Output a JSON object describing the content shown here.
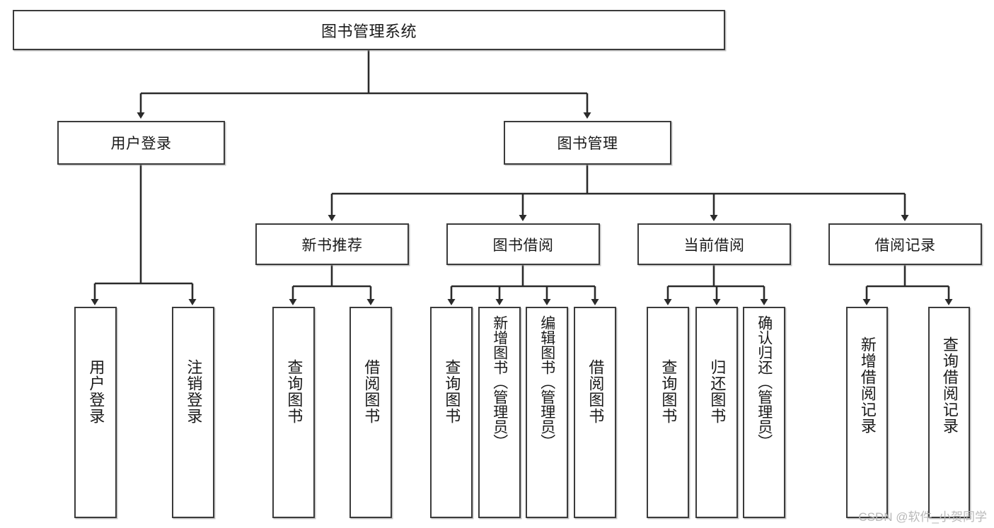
{
  "diagram": {
    "type": "tree-hierarchy",
    "title": "图书管理系统",
    "watermark": "CSDN @软件_小贺同学",
    "colors": {
      "box_border": "#3b3b3b",
      "box_fill": "#ffffff",
      "connector": "#2b2b2b",
      "text": "#1a1a1a",
      "watermark": "#b9b9b9"
    },
    "nodes": {
      "root": {
        "label": "图书管理系统"
      },
      "level2": [
        {
          "id": "user-login",
          "label": "用户登录"
        },
        {
          "id": "book-manage",
          "label": "图书管理"
        }
      ],
      "level3": [
        {
          "id": "new-book-recommend",
          "label": "新书推荐"
        },
        {
          "id": "book-borrow",
          "label": "图书借阅"
        },
        {
          "id": "current-borrow",
          "label": "当前借阅"
        },
        {
          "id": "borrow-record",
          "label": "借阅记录"
        }
      ],
      "leaves": {
        "user_login": [
          {
            "id": "leaf-user-login",
            "label": "用户登录"
          },
          {
            "id": "leaf-logout-login",
            "label": "注销登录"
          }
        ],
        "new_book_recommend": [
          {
            "id": "leaf-query-book-1",
            "label": "查询图书"
          },
          {
            "id": "leaf-borrow-book-1",
            "label": "借阅图书"
          }
        ],
        "book_borrow": [
          {
            "id": "leaf-query-book-2",
            "label": "查询图书"
          },
          {
            "id": "leaf-add-book",
            "label": "新增图书（管理员）"
          },
          {
            "id": "leaf-edit-book",
            "label": "编辑图书（管理员）"
          },
          {
            "id": "leaf-borrow-book-2",
            "label": "借阅图书"
          }
        ],
        "current_borrow": [
          {
            "id": "leaf-query-book-3",
            "label": "查询图书"
          },
          {
            "id": "leaf-return-book",
            "label": "归还图书"
          },
          {
            "id": "leaf-confirm-return",
            "label": "确认归还（管理员）"
          }
        ],
        "borrow_record": [
          {
            "id": "leaf-add-borrow-record",
            "label": "新增借阅记录"
          },
          {
            "id": "leaf-query-borrow-record",
            "label": "查询借阅记录"
          }
        ]
      }
    }
  }
}
